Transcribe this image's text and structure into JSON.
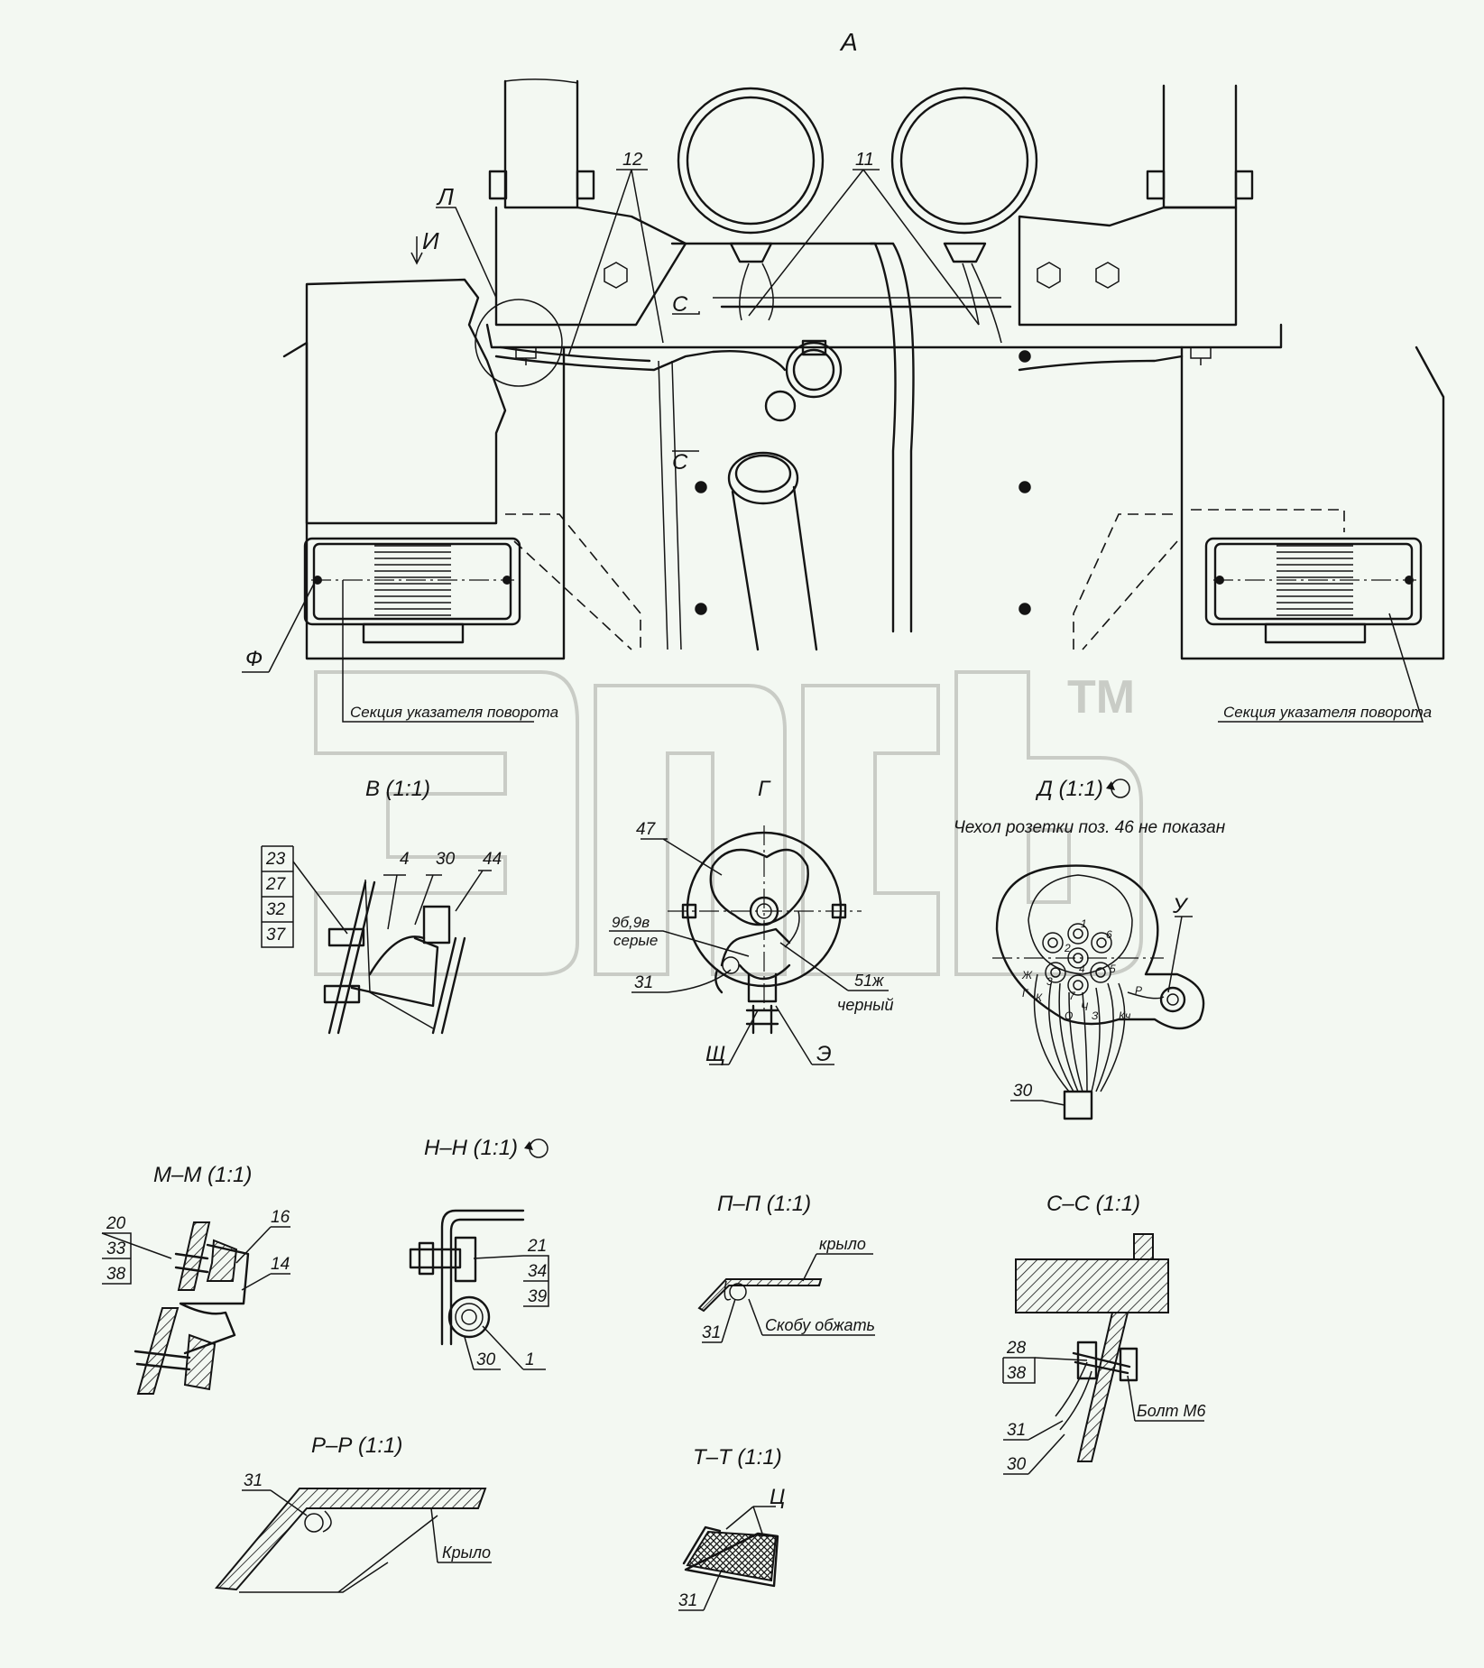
{
  "drawing": {
    "view_main": "А",
    "marks": {
      "L": "Л",
      "I": "И",
      "S": "С",
      "F": "Ф",
      "U": "У",
      "Shch": "Щ",
      "E": "Э",
      "Ts": "Ц"
    },
    "callouts_top": [
      "12",
      "11"
    ],
    "turn_signal_label": "Секция указателя поворота",
    "watermark": "ЭЛСЬ",
    "trademark": "TM",
    "icon_names": [
      "rotation-arrow-icon"
    ]
  },
  "views": {
    "v": {
      "title": "В (1:1)",
      "stack": [
        "23",
        "27",
        "32",
        "37"
      ],
      "callouts": [
        "4",
        "30",
        "44"
      ]
    },
    "g": {
      "title": "Г",
      "callouts": [
        "47",
        "9б,9в",
        "серые",
        "31",
        "51ж",
        "черный"
      ]
    },
    "d": {
      "title": "Д (1:1)",
      "note": "Чехол розетки поз. 46 не показан",
      "callouts": [
        "30"
      ],
      "pins": [
        "1",
        "2",
        "3",
        "4",
        "5",
        "6",
        "7"
      ],
      "wire_letters": [
        "Ж",
        "Г",
        "К",
        "О",
        "Ч",
        "З",
        "Кч",
        "Р"
      ]
    },
    "mm": {
      "title": "М–М (1:1)",
      "stack": [
        "20",
        "33",
        "38"
      ],
      "callouts": [
        "16",
        "14"
      ]
    },
    "nn": {
      "title": "Н–Н (1:1)",
      "stack": [
        "21",
        "34",
        "39"
      ],
      "callouts": [
        "30",
        "1"
      ]
    },
    "pp": {
      "title": "П–П (1:1)",
      "callouts": [
        "крыло",
        "Скобу обжать",
        "31"
      ]
    },
    "ss": {
      "title": "С–С (1:1)",
      "stack": [
        "28",
        "38"
      ],
      "callouts": [
        "31",
        "30",
        "Болт М6"
      ]
    },
    "rr": {
      "title": "Р–Р (1:1)",
      "callouts": [
        "31",
        "Крыло"
      ]
    },
    "tt": {
      "title": "Т–Т (1:1)",
      "callouts": [
        "31"
      ]
    }
  },
  "colors": {
    "line": "#141414",
    "background": "#f3f8f2",
    "watermark": "#c9ccc6"
  }
}
